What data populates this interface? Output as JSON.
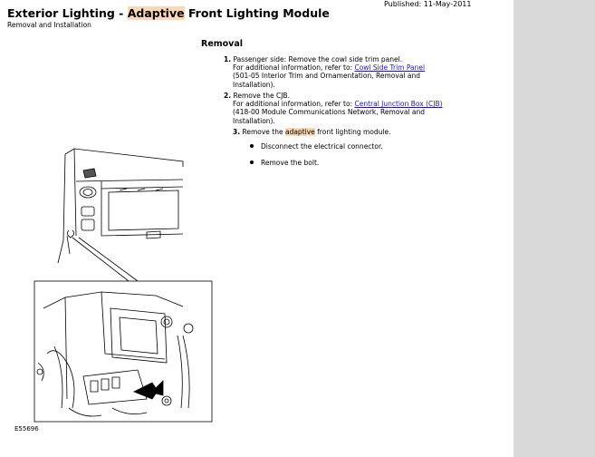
{
  "header": {
    "published": "Published: 11-May-2011",
    "title_prefix": "Exterior Lighting - ",
    "title_highlight": "Adaptive",
    "title_suffix": " Front Lighting Module",
    "subtitle": "Removal and Installation"
  },
  "section": {
    "heading": "Removal"
  },
  "steps": [
    {
      "num": "1.",
      "text": " Passenger side: Remove the cowl side trim panel.",
      "ref_prefix": "For additional information, refer to: ",
      "link": "Cowl Side Trim Panel",
      "ref_line2": "(501-05 Interior Trim and Ornamentation, Removal and",
      "ref_line3": "Installation)."
    },
    {
      "num": "2.",
      "text": " Remove the CJB.",
      "ref_prefix": "For additional information, refer to: ",
      "link": "Central Junction Box (CJB)",
      "ref_line2": "(418-00 Module Communications Network, Removal and",
      "ref_line3": "Installation)."
    },
    {
      "num": "3.",
      "text_prefix": " Remove the ",
      "text_highlight": "adaptive",
      "text_suffix": " front lighting module.",
      "bullets": [
        "Disconnect the electrical connector.",
        "Remove the bolt."
      ]
    }
  ],
  "figure": {
    "label": "E55696"
  },
  "colors": {
    "highlight": "#fbd7b4",
    "link": "#1a1aa6",
    "sidebar": "#d9d9d9"
  }
}
